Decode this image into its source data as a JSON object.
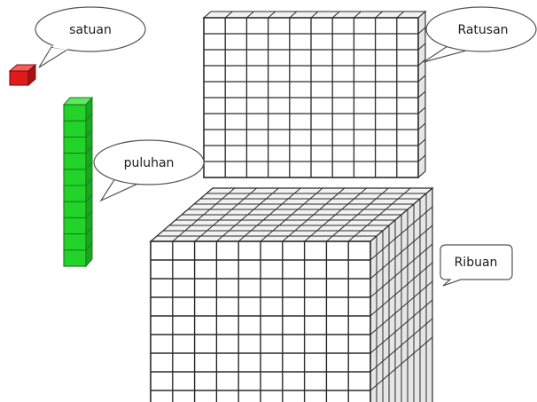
{
  "labels": {
    "satuan": "satuan",
    "puluhan": "puluhan",
    "ratusan": "Ratusan",
    "ribuan": "Ribuan"
  },
  "blocks": {
    "satuan": {
      "units": 1,
      "color": "#e01b1b"
    },
    "puluhan": {
      "units": 10,
      "color": "#22d42a"
    },
    "ratusan": {
      "columns": 10,
      "rows": 10,
      "color": "#ffffff"
    },
    "ribuan": {
      "columns": 10,
      "rows": 10,
      "layers": 10,
      "color": "#ffffff"
    }
  },
  "colors": {
    "line": "#2a2a2a",
    "callout_fill": "#ffffff",
    "callout_stroke": "#555555",
    "top_face": "#f2f2f2",
    "side_face": "#e6e6e6"
  }
}
